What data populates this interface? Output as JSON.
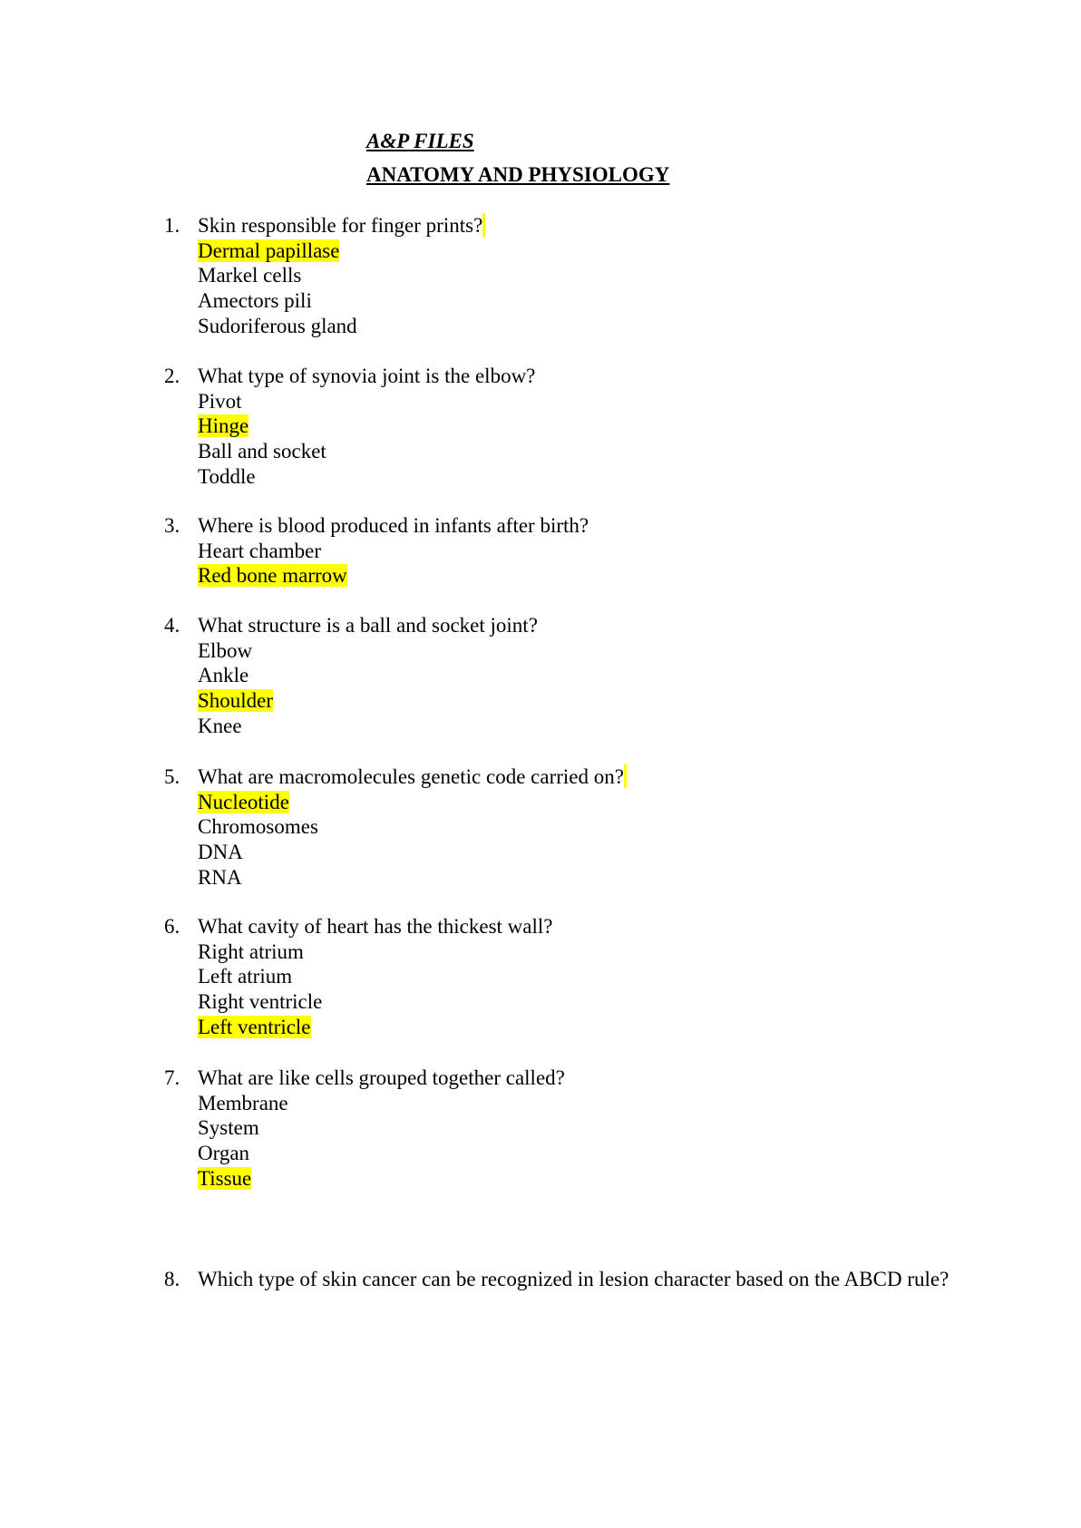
{
  "header": {
    "title1": "A&P FILES",
    "title2": "ANATOMY AND PHYSIOLOGY"
  },
  "questions": [
    {
      "num": "1.",
      "text": "Skin responsible for finger prints?",
      "options": [
        "Dermal papillase",
        "Markel cells",
        "Amectors pili",
        "Sudoriferous gland"
      ],
      "answer": 0
    },
    {
      "num": "2.",
      "text": "What type of synovia joint is the elbow?",
      "options": [
        "Pivot",
        "Hinge",
        "Ball and socket",
        "Toddle"
      ],
      "answer": 1
    },
    {
      "num": "3.",
      "text": "Where is blood produced in infants after birth?",
      "options": [
        "Heart chamber",
        "Red bone marrow"
      ],
      "answer": 1
    },
    {
      "num": "4.",
      "text": " What structure is a ball and socket joint?",
      "options": [
        "Elbow",
        "Ankle",
        "Shoulder",
        "Knee"
      ],
      "answer": 2
    },
    {
      "num": "5.",
      "text": "What are macromolecules genetic code carried on?",
      "options": [
        "Nucleotide",
        "Chromosomes",
        "DNA",
        "RNA"
      ],
      "answer": 0
    },
    {
      "num": "6.",
      "text": "What cavity of heart has the thickest wall?",
      "options": [
        "Right atrium",
        "Left atrium",
        "Right ventricle",
        "Left ventricle"
      ],
      "answer": 3
    },
    {
      "num": "7.",
      "text": "What are like cells grouped together called?",
      "options": [
        "Membrane",
        "System",
        "Organ",
        "Tissue"
      ],
      "answer": 3
    },
    {
      "num": "8.",
      "text": "Which type of skin cancer can be recognized in lesion character based on the ABCD rule?",
      "options": [],
      "answer": null
    }
  ],
  "colors": {
    "highlight": "#ffff00"
  }
}
